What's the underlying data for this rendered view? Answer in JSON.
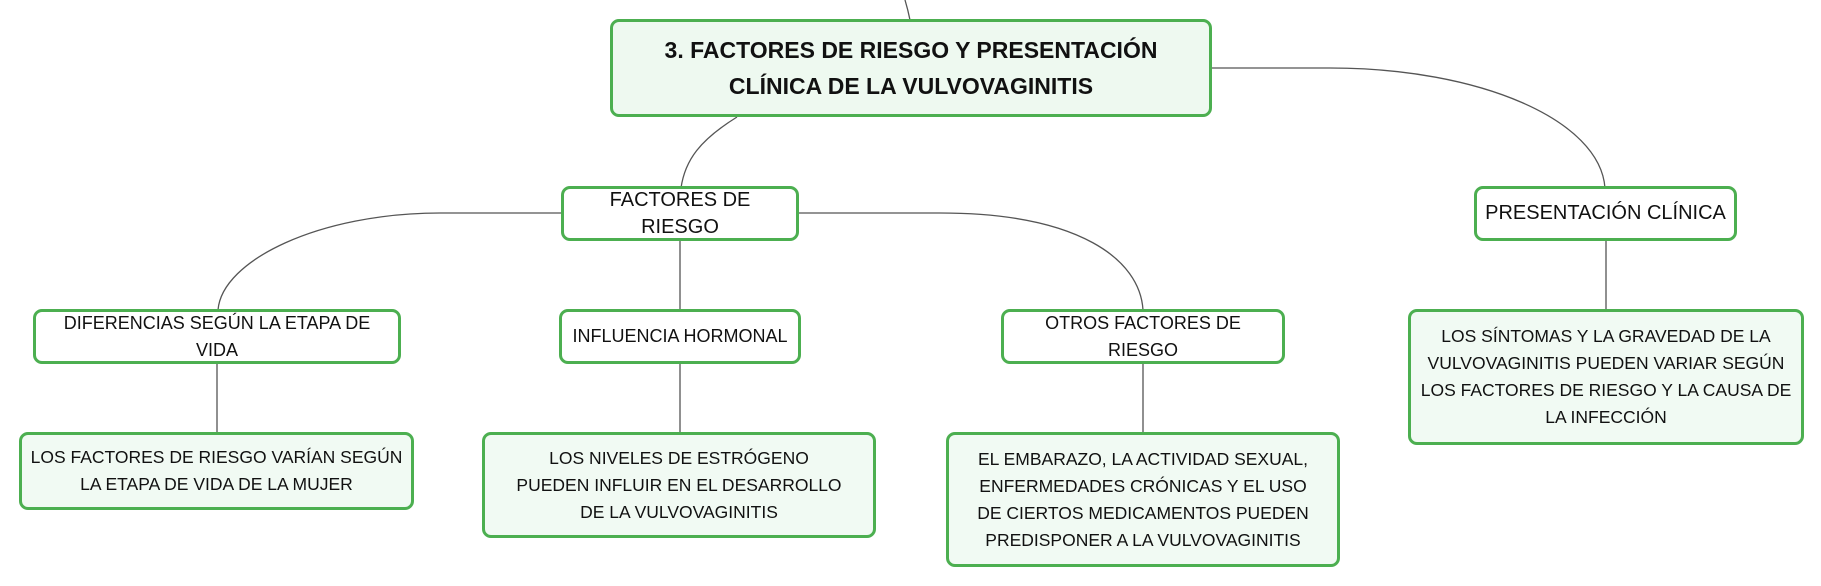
{
  "colors": {
    "border": "#4caf50",
    "fill": "#f1faf3",
    "connector": "#555555"
  },
  "root": {
    "title": "3. FACTORES DE RIESGO Y PRESENTACIÓN CLÍNICA DE LA VULVOVAGINITIS"
  },
  "branches": {
    "risk_factors": {
      "label": "FACTORES DE RIESGO",
      "children": {
        "life_stage": {
          "label": "DIFERENCIAS SEGÚN LA ETAPA DE VIDA",
          "detail": "LOS FACTORES DE RIESGO VARÍAN SEGÚN LA ETAPA DE VIDA DE LA MUJER"
        },
        "hormonal": {
          "label": "INFLUENCIA HORMONAL",
          "detail": "LOS NIVELES DE ESTRÓGENO PUEDEN INFLUIR EN EL DESARROLLO DE LA VULVOVAGINITIS"
        },
        "other": {
          "label": "OTROS FACTORES DE RIESGO",
          "detail": "EL EMBARAZO, LA ACTIVIDAD SEXUAL, ENFERMEDADES CRÓNICAS Y EL USO DE CIERTOS MEDICAMENTOS PUEDEN PREDISPONER A LA VULVOVAGINITIS"
        }
      }
    },
    "clinical": {
      "label": "PRESENTACIÓN CLÍNICA",
      "detail": "LOS SÍNTOMAS Y LA GRAVEDAD DE LA VULVOVAGINITIS PUEDEN VARIAR SEGÚN LOS FACTORES DE RIESGO Y LA CAUSA DE LA INFECCIÓN"
    }
  }
}
